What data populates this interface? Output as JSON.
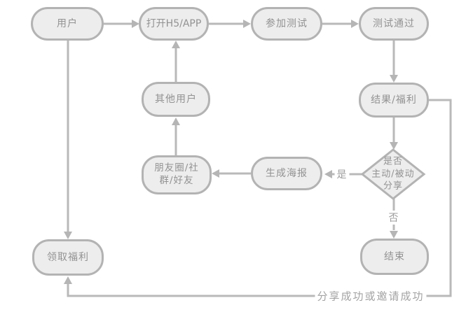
{
  "diagram": {
    "type": "flowchart",
    "nodes": [
      {
        "id": "user",
        "shape": "rounded",
        "label": "用户"
      },
      {
        "id": "open-h5-app",
        "shape": "rounded",
        "label": "打开H5/APP"
      },
      {
        "id": "take-test",
        "shape": "rounded",
        "label": "参加测试"
      },
      {
        "id": "test-passed",
        "shape": "rounded",
        "label": "测试通过"
      },
      {
        "id": "other-users",
        "shape": "rounded",
        "label": "其他用户"
      },
      {
        "id": "result-benefit",
        "shape": "rounded",
        "label": "结果/福利"
      },
      {
        "id": "moments-groups-friends",
        "shape": "rounded",
        "label": "朋友圈/社\n群/好友"
      },
      {
        "id": "generate-poster",
        "shape": "rounded",
        "label": "生成海报"
      },
      {
        "id": "share-decision",
        "shape": "diamond",
        "label": "是否\n主动/被动\n分享"
      },
      {
        "id": "claim-benefit",
        "shape": "rounded",
        "label": "领取福利"
      },
      {
        "id": "end",
        "shape": "rounded",
        "label": "结束"
      }
    ],
    "edge_labels": {
      "yes": "是",
      "no": "否",
      "share_or_invite_success": "分享成功或邀请成功"
    },
    "edges": [
      {
        "from": "user",
        "to": "open-h5-app",
        "label": ""
      },
      {
        "from": "open-h5-app",
        "to": "take-test",
        "label": ""
      },
      {
        "from": "take-test",
        "to": "test-passed",
        "label": ""
      },
      {
        "from": "test-passed",
        "to": "result-benefit",
        "label": ""
      },
      {
        "from": "result-benefit",
        "to": "share-decision",
        "label": ""
      },
      {
        "from": "share-decision",
        "to": "generate-poster",
        "label": "是"
      },
      {
        "from": "generate-poster",
        "to": "moments-groups-friends",
        "label": ""
      },
      {
        "from": "moments-groups-friends",
        "to": "other-users",
        "label": ""
      },
      {
        "from": "other-users",
        "to": "open-h5-app",
        "label": ""
      },
      {
        "from": "share-decision",
        "to": "end",
        "label": "否"
      },
      {
        "from": "user",
        "to": "claim-benefit",
        "label": ""
      },
      {
        "from": "result-benefit",
        "to": "claim-benefit",
        "label": "分享成功或邀请成功"
      }
    ],
    "colors": {
      "node_fill": "#ededed",
      "node_border": "#b3b3b3",
      "connector": "#b9b9b9",
      "text": "#929292",
      "background": "#ffffff"
    }
  }
}
